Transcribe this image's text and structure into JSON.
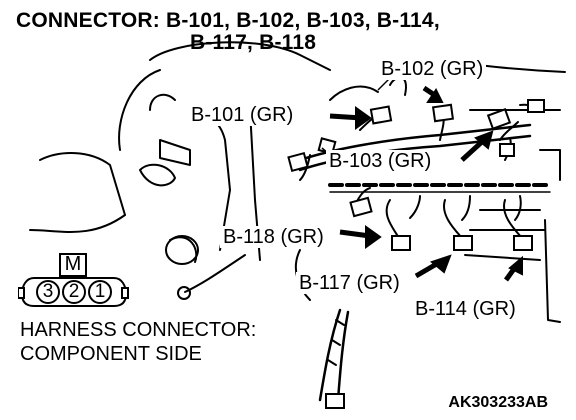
{
  "title": {
    "line1": "CONNECTOR: B-101, B-102, B-103, B-114,",
    "line2": "B-117, B-118"
  },
  "callouts": {
    "b102": "B-102 (GR)",
    "b101": "B-101 (GR)",
    "b103": "B-103 (GR)",
    "b118": "B-118 (GR)",
    "b117": "B-117 (GR)",
    "b114": "B-114 (GR)"
  },
  "pin_diagram": {
    "marker": "M",
    "pins": [
      "3",
      "2",
      "1"
    ]
  },
  "caption": {
    "line1": "HARNESS CONNECTOR:",
    "line2": "COMPONENT SIDE"
  },
  "figure_code": "AK303233AB"
}
